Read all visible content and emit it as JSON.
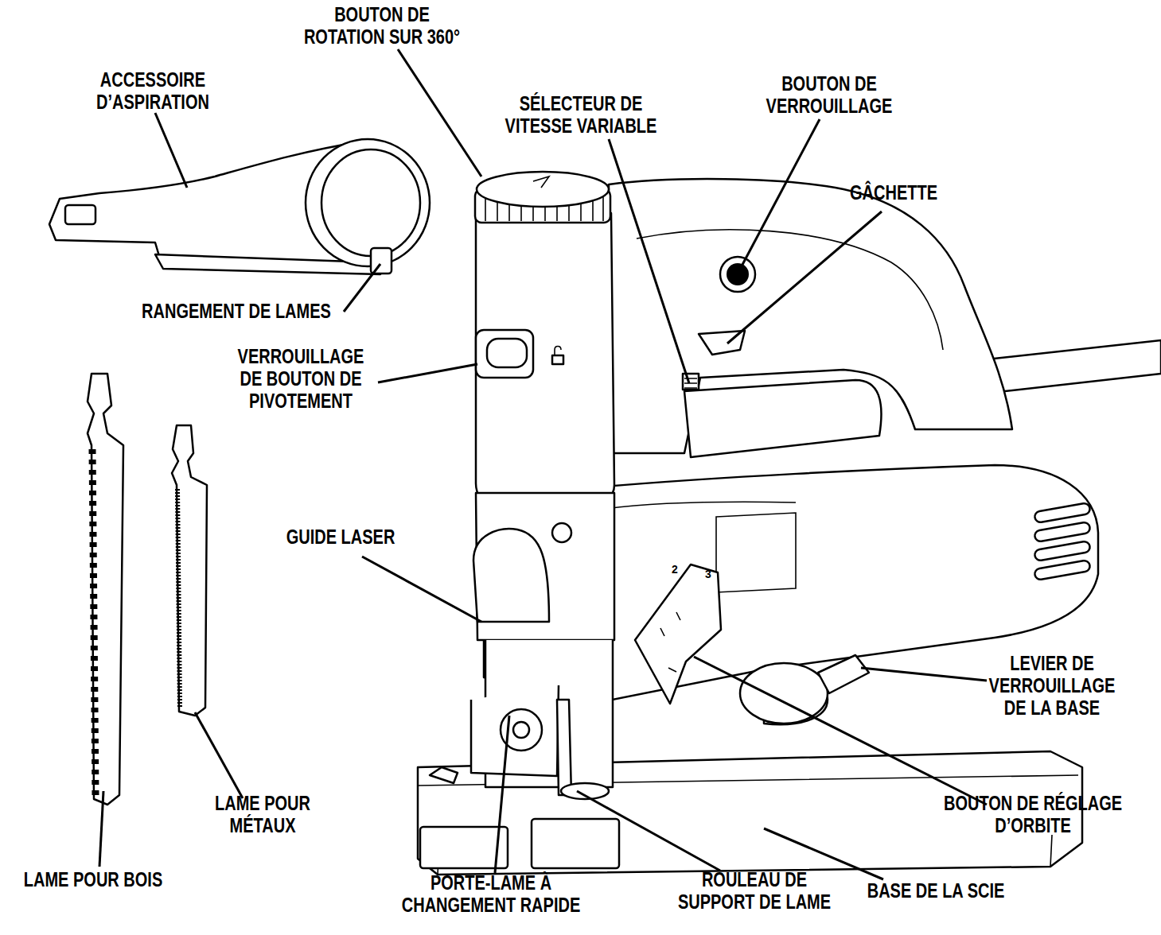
{
  "diagram": {
    "labels": [
      "BOUTON DE ROTATION SUR 360°",
      "ACCESSOIRE D’ASPIRATION",
      "SÉLECTEUR DE VITESSE VARIABLE",
      "BOUTON DE VERROUILLAGE",
      "GÂCHETTE",
      "RANGEMENT DE LAMES",
      "VERROUILLAGE DE BOUTON DE PIVOTEMENT",
      "GUIDE LASER",
      "2",
      "3",
      "LEVIER DE VERROUILLAGE DE LA BASE",
      "BOUTON DE RÉGLAGE D’ORBITE",
      "LAME POUR MÉTAUX",
      "LAME POUR BOIS",
      "PORTE-LAME À CHANGEMENT RAPIDE",
      "ROULEAU DE SUPPORT DE LAME",
      "BASE DE LA SCIE"
    ]
  }
}
